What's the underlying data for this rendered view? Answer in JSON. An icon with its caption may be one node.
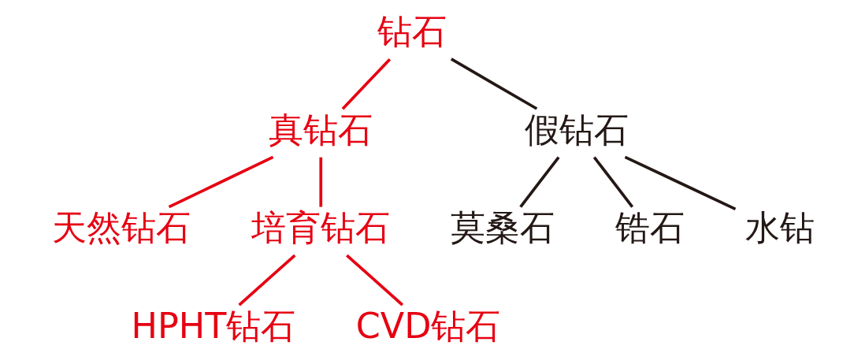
{
  "diagram": {
    "nodes": [
      {
        "text": [
          "钻石"
        ]
      },
      {
        "text": [
          "真钻石"
        ]
      },
      {
        "text": [
          "假钻石"
        ]
      },
      {
        "text": [
          "天然钻石"
        ]
      },
      {
        "text": [
          "培育钻石"
        ]
      },
      {
        "text": [
          "莫桑石"
        ]
      },
      {
        "text": [
          "锆石"
        ]
      },
      {
        "text": [
          "水钻"
        ]
      },
      {
        "text": [
          "HPHT钻石"
        ]
      },
      {
        "text": [
          "CVD钻石"
        ]
      }
    ],
    "edges": [
      {
        "from": 0,
        "to": 1,
        "arrow": "none"
      },
      {
        "from": 0,
        "to": 2,
        "arrow": "none",
        "color": "#231815"
      },
      {
        "from": 1,
        "to": 3,
        "arrow": "none"
      },
      {
        "from": 1,
        "to": 4,
        "arrow": "none"
      },
      {
        "from": 2,
        "to": 5,
        "arrow": "none",
        "color": "#231815"
      },
      {
        "from": 2,
        "to": 6,
        "arrow": "none",
        "color": "#231815"
      },
      {
        "from": 2,
        "to": 7,
        "arrow": "none",
        "color": "#231815"
      },
      {
        "from": 4,
        "to": 8,
        "arrow": "none"
      },
      {
        "from": 4,
        "to": 9,
        "arrow": "none"
      }
    ]
  }
}
